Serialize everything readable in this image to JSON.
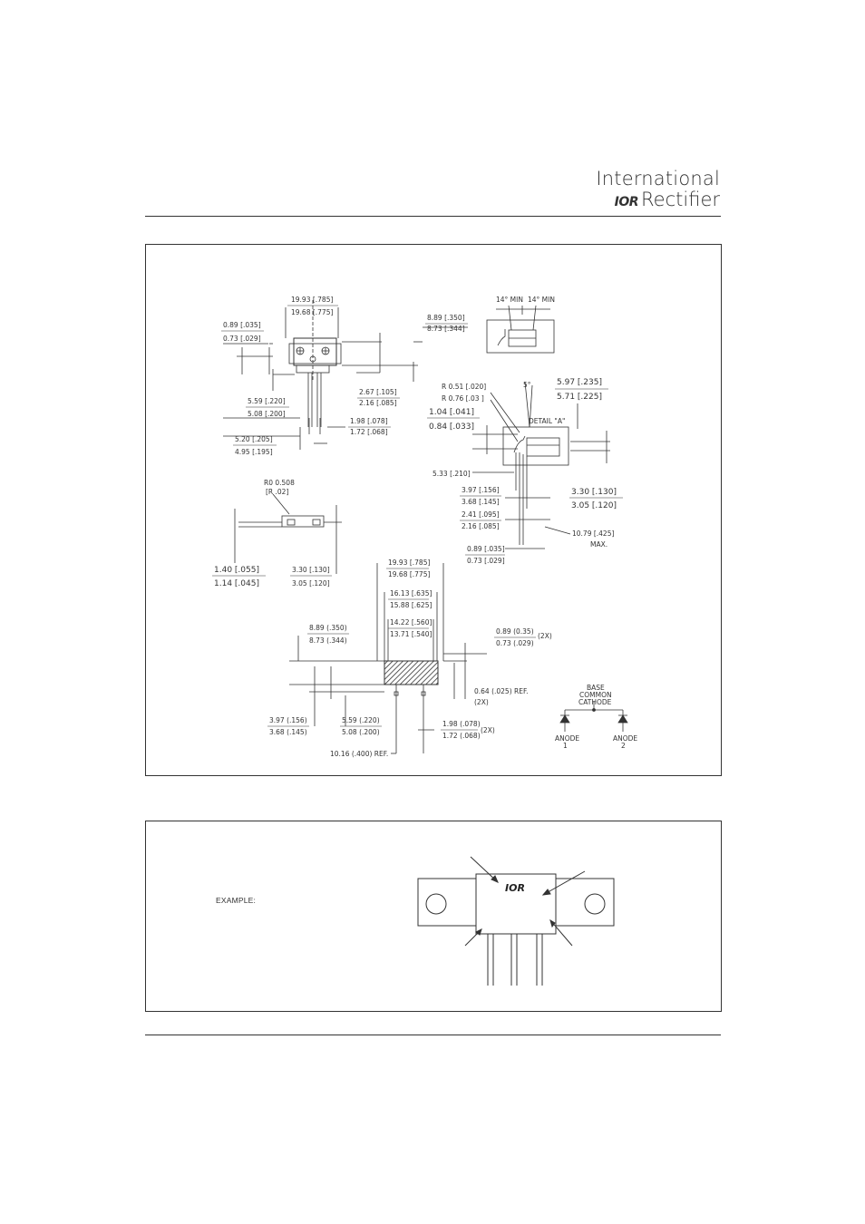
{
  "header": {
    "company_line1": "International",
    "company_mark": "IOR",
    "company_line2": "Rectifier"
  },
  "outline": {
    "dims": {
      "d1a": "19.93 [.785]",
      "d1b": "19.68 [.775]",
      "d2a": "0.89 [.035]",
      "d2b": "0.73 [.029]",
      "d3a": "8.89 [.350]",
      "d3b": "8.73 [.344]",
      "d4a": "2.67 [.105]",
      "d4b": "2.16 [.085]",
      "d5a": "5.59 [.220]",
      "d5b": "5.08 [.200]",
      "d6a": "1.98 [.078]",
      "d6b": "1.72 [.068]",
      "d7a": "5.20 [.205]",
      "d7b": "4.95 [.195]",
      "d8a": "14° MIN",
      "d8b": "14° MIN",
      "d9a": "R 0.51 [.020]",
      "d9b": "R 0.76 [.03 ]",
      "d10": "5°",
      "d11a": "5.97 [.235]",
      "d11b": "5.71 [.225]",
      "d12a": "1.04 [.041]",
      "d12b": "0.84 [.033]",
      "detail": "DETAIL \"A\"",
      "d13": "5.33 [.210]",
      "d14a": "3.97 [.156]",
      "d14b": "3.68 [.145]",
      "d15a": "3.30 [.130]",
      "d15b": "3.05 [.120]",
      "d16a": "2.41 [.095]",
      "d16b": "2.16 [.085]",
      "d17a": "10.79 [.425]",
      "d17b": "MAX.",
      "d18a": "0.89 [.035]",
      "d18b": "0.73 [.029]",
      "d19a": "R0 0.508",
      "d19b": "[R .02]",
      "d20a": "1.40 [.055]",
      "d20b": "1.14 [.045]",
      "d21a": "3.30 [.130]",
      "d21b": "3.05 [.120]",
      "d22a": "19.93 [.785]",
      "d22b": "19.68 [.775]",
      "d23a": "16.13 [.635]",
      "d23b": "15.88 [.625]",
      "d24a": "14.22 [.560]",
      "d24b": "13.71 [.540]",
      "d25a": "8.89 (.350)",
      "d25b": "8.73 (.344)",
      "d26a": "0.89 (0.35)",
      "d26b": "0.73 (.029)",
      "d26c": "(2X)",
      "d27a": "0.64 (.025) REF.",
      "d27b": "(2X)",
      "d28a": "3.97 (.156)",
      "d28b": "3.68 (.145)",
      "d29a": "5.59 (.220)",
      "d29b": "5.08 (.200)",
      "d30a": "1.98 (.078)",
      "d30b": "1.72 (.068)",
      "d30c": "(2X)",
      "d31": "10.16 (.400) REF."
    },
    "schematic": {
      "base1": "BASE",
      "base2": "COMMON",
      "base3": "CATHODE",
      "anode1_label": "ANODE",
      "anode1_num": "1",
      "anode2_label": "ANODE",
      "anode2_num": "2"
    }
  },
  "marking": {
    "example_label": "EXAMPLE:",
    "logo": "IOR"
  }
}
